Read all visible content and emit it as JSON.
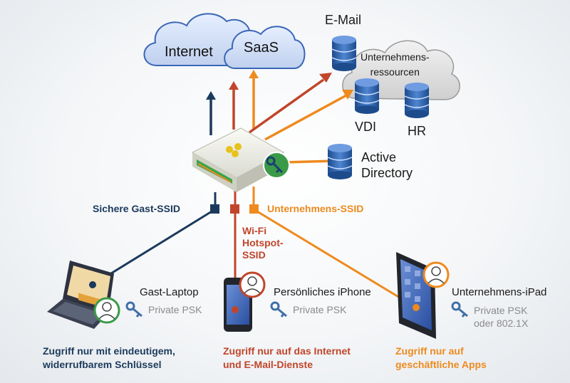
{
  "clouds": {
    "internet": "Internet",
    "saas": "SaaS",
    "corporate": "Unternehmens-\nressourcen"
  },
  "resources": {
    "email": "E-Mail",
    "vdi": "VDI",
    "hr": "HR",
    "active_directory": "Active\nDirectory"
  },
  "ssids": {
    "guest": "Sichere Gast-SSID",
    "hotspot": "Wi-Fi\nHotspot-\nSSID",
    "corporate": "Unternehmens-SSID"
  },
  "devices": [
    {
      "name": "Gast-Laptop",
      "auth": "Private PSK",
      "access": "Zugriff nur mit eindeutigem,\nwiderrufbarem Schlüssel"
    },
    {
      "name": "Persönliches iPhone",
      "auth": "Private PSK",
      "access": "Zugriff nur auf das Internet\nund E-Mail-Dienste"
    },
    {
      "name": "Unternehmens-iPad",
      "auth": "Private PSK\noder 802.1X",
      "access": "Zugriff nur auf\ngeschäftliche Apps"
    }
  ],
  "colors": {
    "guest": "#1b3a5c",
    "hotspot": "#c1452a",
    "corporate": "#ee8a1e",
    "database": "#2d5fa6",
    "key": "#3f6fa8"
  },
  "icons": [
    "cloud-icon",
    "database-icon",
    "access-point-icon",
    "key-icon",
    "laptop-icon",
    "smartphone-icon",
    "tablet-icon",
    "user-avatar-icon"
  ]
}
